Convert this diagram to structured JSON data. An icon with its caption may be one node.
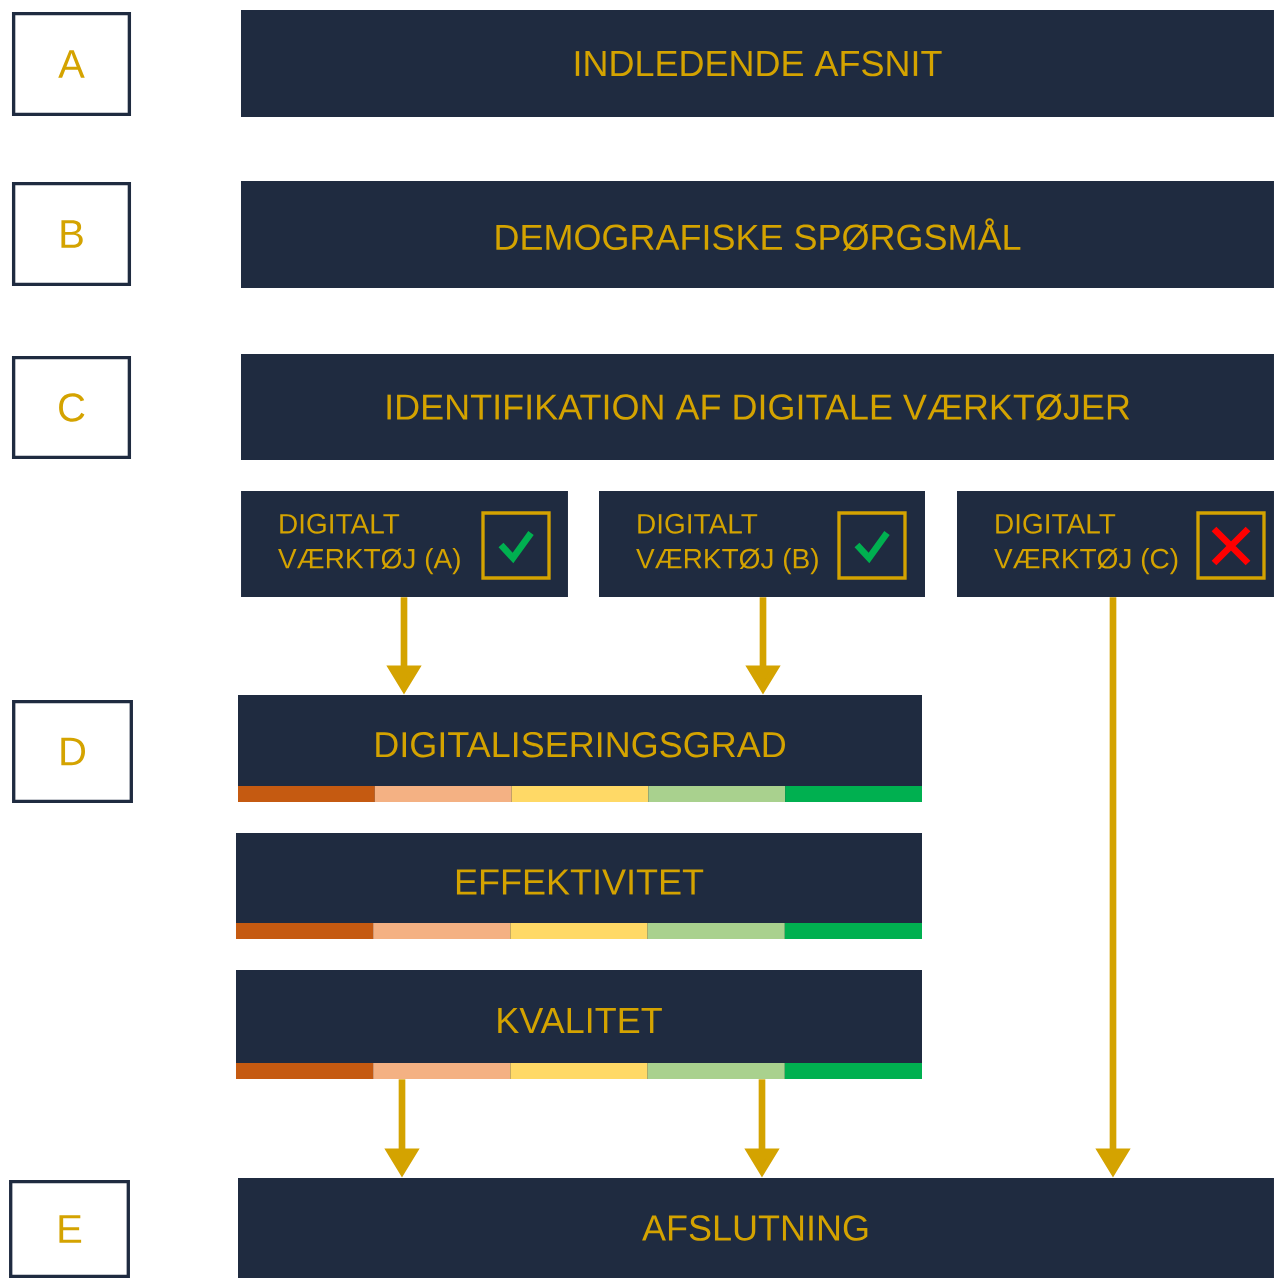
{
  "diagram": {
    "nodes": [
      {
        "text": [
          "A"
        ]
      },
      {
        "text": [
          "INDLEDENDE AFSNIT"
        ]
      },
      {
        "text": [
          "B"
        ]
      },
      {
        "text": [
          "DEMOGRAFISKE SPØRGSMÅL"
        ]
      },
      {
        "text": [
          "C"
        ]
      },
      {
        "text": [
          "IDENTIFIKATION AF DIGITALE VÆRKTØJER"
        ]
      },
      {
        "text": [
          "DIGITALT VÆRKTØJ (A)"
        ]
      },
      {
        "text": [
          "DIGITALT VÆRKTØJ (B)"
        ]
      },
      {
        "text": [
          "DIGITALT VÆRKTØJ (C)"
        ]
      },
      {
        "text": [
          "D"
        ]
      },
      {
        "text": [
          "DIGITALISERINGSGRAD"
        ]
      },
      {
        "text": [
          "EFFEKTIVITET"
        ]
      },
      {
        "text": [
          "KVALITET"
        ]
      },
      {
        "text": [
          "E"
        ]
      },
      {
        "text": [
          "AFSLUTNING"
        ]
      }
    ],
    "edges": [
      {
        "from": 6,
        "to": 10,
        "arrow": "to"
      },
      {
        "from": 7,
        "to": 10,
        "arrow": "to"
      },
      {
        "from": 12,
        "to": 14,
        "arrow": "to"
      },
      {
        "from": 12,
        "to": 14,
        "arrow": "to"
      },
      {
        "from": 8,
        "to": 14,
        "arrow": "to"
      }
    ]
  }
}
